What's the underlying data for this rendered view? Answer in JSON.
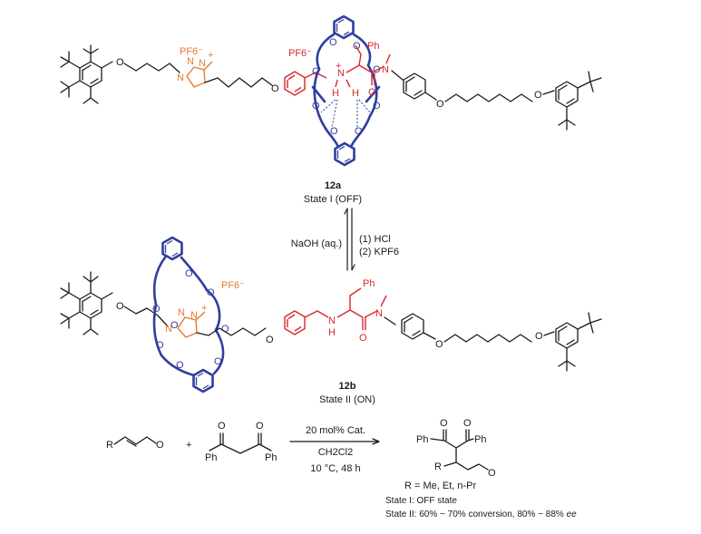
{
  "colors": {
    "crown_ether": "#2f3e9e",
    "triazolium": "#e8792a",
    "ammonium_amide": "#d9262c",
    "backbone": "#1a1a1a"
  },
  "state1": {
    "compound": "12a",
    "state_label": "State I (OFF)",
    "pf6_a": "PF6⁻",
    "pf6_b": "PF6⁻",
    "n_plus": "N",
    "nh_h1": "H",
    "nh_h2": "H",
    "ph": "Ph",
    "amide_n": "N",
    "amide_o": "O",
    "triazole_n1": "N",
    "triazole_n2": "N",
    "triazole_n3": "N",
    "ether_o_1": "O",
    "ether_o_2": "O",
    "ether_o_3": "O",
    "ether_o_4": "O",
    "crown_o": "O"
  },
  "state2": {
    "compound": "12b",
    "state_label": "State II (ON)",
    "pf6": "PF6⁻",
    "ph": "Ph",
    "nh": "N",
    "nh_h": "H",
    "amide_n": "N",
    "amide_o": "O",
    "triazole_n1": "N",
    "triazole_n2": "N",
    "triazole_n3": "N",
    "ether_o_1": "O",
    "ether_o_2": "O",
    "ether_o_3": "O",
    "ether_o_4": "O",
    "crown_o": "O"
  },
  "switch": {
    "forward": "NaOH (aq.)",
    "reverse_1": "(1) HCl",
    "reverse_2": "(2) KPF6"
  },
  "reaction": {
    "reactant_r": "R",
    "aldehyde_o": "O",
    "plus": "+",
    "diketone_o1": "O",
    "diketone_o2": "O",
    "diketone_ph1": "Ph",
    "diketone_ph2": "Ph",
    "catalyst": "20 mol% Cat.",
    "solvent": "CH2Cl2",
    "conditions": "10 °C, 48 h",
    "product_ph1": "Ph",
    "product_ph2": "Ph",
    "product_o1": "O",
    "product_o2": "O",
    "product_o3": "O",
    "product_r": "R",
    "r_groups": "R = Me, Et, n-Pr",
    "state1_result": "State I: OFF state",
    "state2_result_prefix": "State II: 60% ~ 70% conversion, 80% ~ 88% ",
    "state2_result_ee": "ee"
  }
}
